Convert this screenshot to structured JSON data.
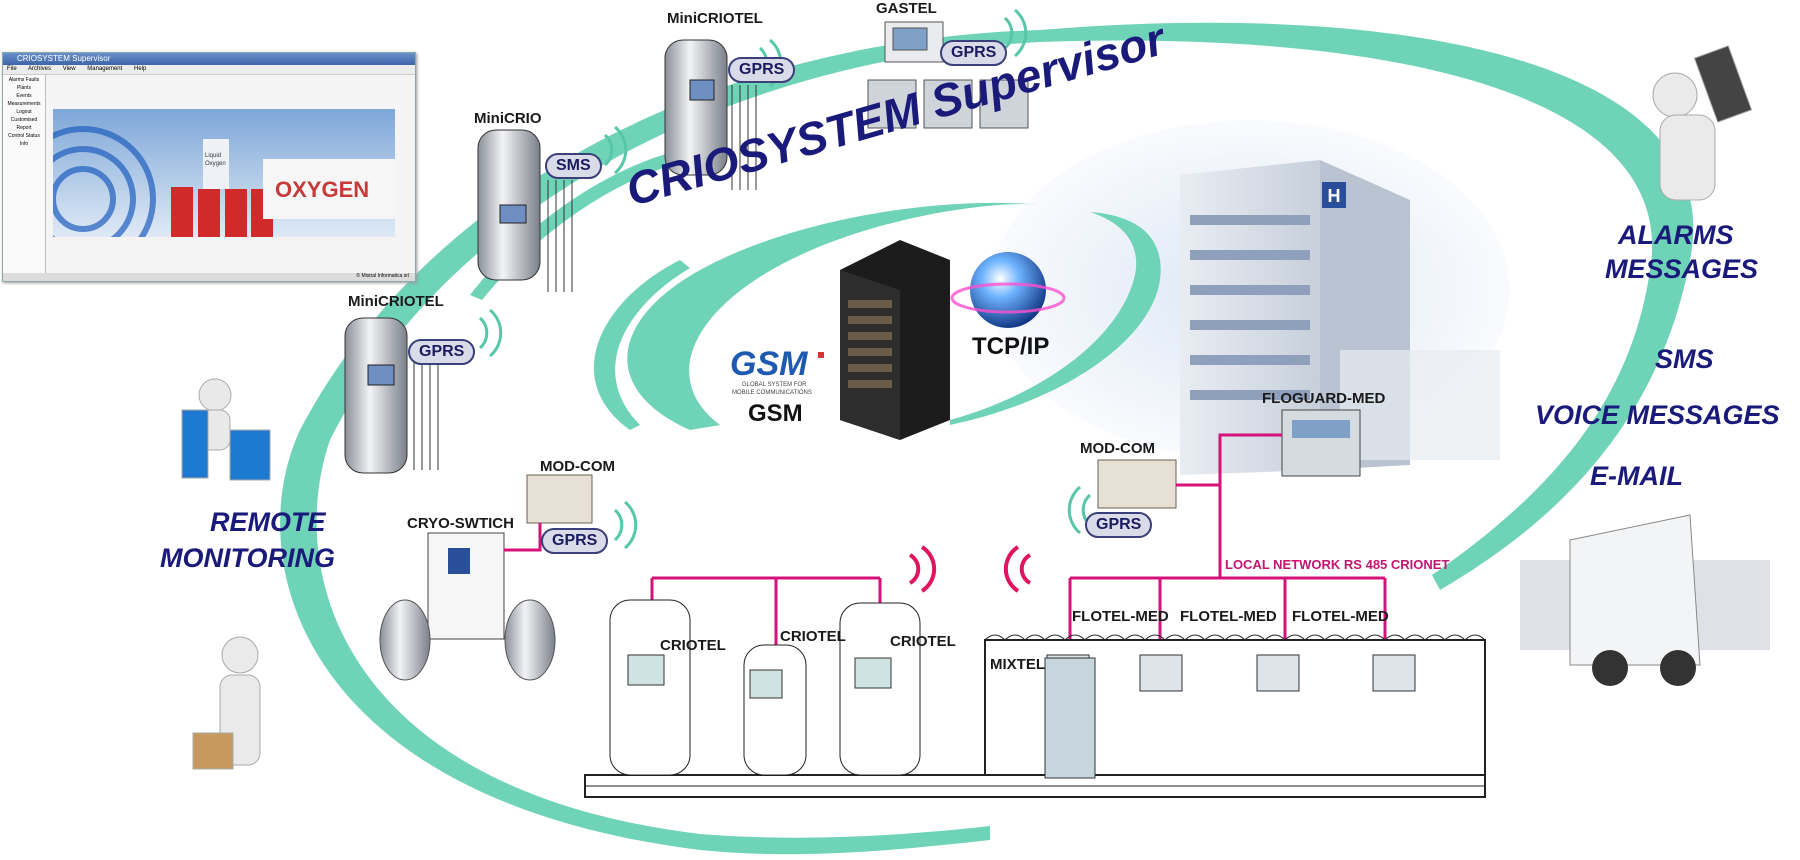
{
  "title": "CRIOSYSTEM Supervisor",
  "window": {
    "title": "CRIOSYSTEM Supervisor",
    "menu": [
      "File",
      "Archives",
      "View",
      "Management",
      "Help"
    ],
    "sidebar": [
      "Alarms Faults",
      "Plants",
      "Events",
      "Measurements",
      "Logout",
      "Customised",
      "Report",
      "Control Status",
      "Info"
    ],
    "status": "© Mistral Informatica srl"
  },
  "devices": {
    "minicriotel_top": "MiniCRIOTEL",
    "gastel": "GASTEL",
    "minicrio": "MiniCRIO",
    "minicriotel_left": "MiniCRIOTEL",
    "mod_com_left": "MOD-COM",
    "cryo_switch": "CRYO-SWTICH",
    "mod_com_right": "MOD-COM",
    "floguard": "FLOGUARD-MED",
    "criotel_1": "CRIOTEL",
    "criotel_2": "CRIOTEL",
    "criotel_3": "CRIOTEL",
    "mixtel": "MIXTEL",
    "flotel_1": "FLOTEL-MED",
    "flotel_2": "FLOTEL-MED",
    "flotel_3": "FLOTEL-MED"
  },
  "comms": {
    "gprs": "GPRS",
    "sms": "SMS",
    "gsm_logo": "GSM",
    "gsm_sub1": "GLOBAL SYSTEM FOR",
    "gsm_sub2": "MOBILE COMMUNICATIONS",
    "gsm_label": "GSM",
    "tcpip": "TCP/IP"
  },
  "network": "LOCAL NETWORK RS 485 CRIONET",
  "remote": [
    "REMOTE",
    "MONITORING"
  ],
  "outputs": {
    "alarms": [
      "ALARMS",
      "MESSAGES"
    ],
    "sms": "SMS",
    "voice": "VOICE MESSAGES",
    "email": "E-MAIL"
  },
  "photo_text": {
    "oxygen": "OXYGEN",
    "liquid": "Liquid",
    "oxygen2": "Oxygen"
  },
  "colors": {
    "swoosh": "#6fd3b8",
    "title": "#1a1a7a",
    "link": "#d4127a",
    "pill": "#3b3f7a"
  }
}
